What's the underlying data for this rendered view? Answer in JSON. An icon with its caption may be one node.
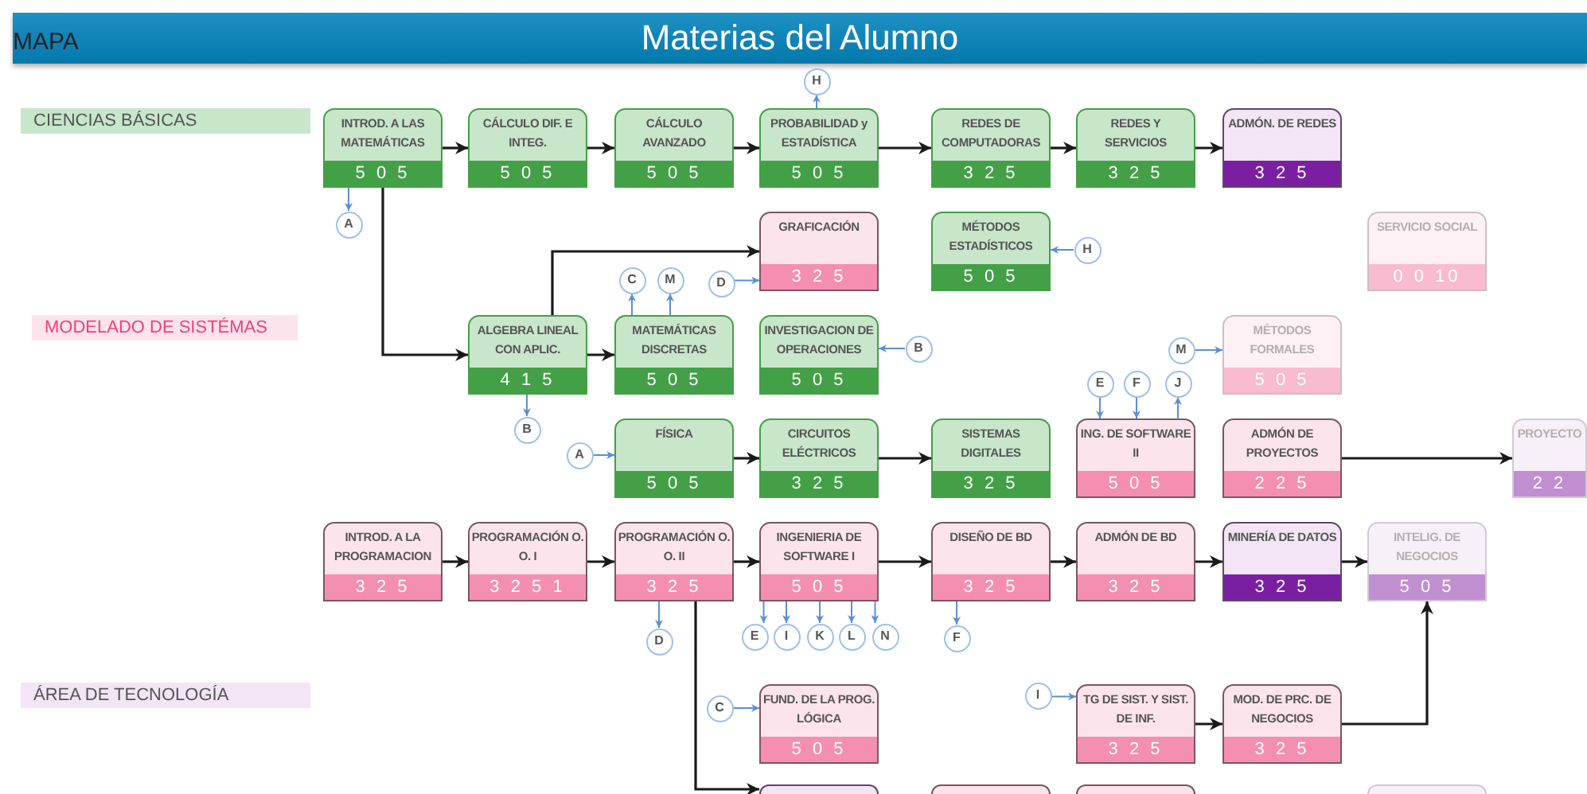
{
  "diagram": {
    "title": "Materias del Alumno",
    "nodes": [
      {
        "text": [
          "CIENCIAS BÁSICAS"
        ]
      },
      {
        "text": [
          "INTROD. A LAS MATEMÁTICAS",
          "5 0 5"
        ]
      },
      {
        "text": [
          "CÁLCULO DIF. E INTEG.",
          "5 0 5"
        ]
      },
      {
        "text": [
          "CÁLCULO AVANZADO",
          "5 0 5"
        ]
      },
      {
        "text": [
          "PROBABILIDAD y ESTADÍSTICA",
          "5 0 5"
        ]
      },
      {
        "text": [
          "REDES DE COMPUTADORAS",
          "3 2 5"
        ]
      },
      {
        "text": [
          "REDES Y SERVICIOS",
          "3 2 5"
        ]
      },
      {
        "text": [
          "ADMÓN. DE REDES",
          "3 2 5"
        ]
      },
      {
        "text": [
          "H"
        ]
      },
      {
        "text": [
          "A"
        ]
      },
      {
        "text": [
          "GRAFICACIÓN",
          "3 2 5"
        ]
      },
      {
        "text": [
          "MÉTODOS ESTADÍSTICOS",
          "5 0 5"
        ]
      },
      {
        "text": [
          "H"
        ]
      },
      {
        "text": [
          "SERVICIO SOCIAL",
          "0 0 10"
        ]
      },
      {
        "text": [
          "MODELADO DE SISTÉMAS"
        ]
      },
      {
        "text": [
          "C"
        ]
      },
      {
        "text": [
          "M"
        ]
      },
      {
        "text": [
          "D"
        ]
      },
      {
        "text": [
          "ALGEBRA LINEAL CON APLIC.",
          "4 1 5"
        ]
      },
      {
        "text": [
          "MATEMÁTICAS DISCRETAS",
          "5 0 5"
        ]
      },
      {
        "text": [
          "INVESTIGACION DE OPERACIONES",
          "5 0 5"
        ]
      },
      {
        "text": [
          "B"
        ]
      },
      {
        "text": [
          "M"
        ]
      },
      {
        "text": [
          "MÉTODOS FORMALES",
          "5 0 5"
        ]
      },
      {
        "text": [
          "B"
        ]
      },
      {
        "text": [
          "E"
        ]
      },
      {
        "text": [
          "F"
        ]
      },
      {
        "text": [
          "J"
        ]
      },
      {
        "text": [
          "A"
        ]
      },
      {
        "text": [
          "FÍSICA",
          "5 0 5"
        ]
      },
      {
        "text": [
          "CIRCUITOS ELÉCTRICOS",
          "3 2 5"
        ]
      },
      {
        "text": [
          "SISTEMAS DIGITALES",
          "3 2 5"
        ]
      },
      {
        "text": [
          "ING. DE SOFTWARE II",
          "5 0 5"
        ]
      },
      {
        "text": [
          "ADMÓN DE PROYECTOS",
          "2 2 5"
        ]
      },
      {
        "text": [
          "PROYECTO",
          "2 2"
        ]
      },
      {
        "text": [
          "INTROD. A LA PROGRAMACION",
          "3 2 5"
        ]
      },
      {
        "text": [
          "PROGRAMACIÓN O. O. I",
          "3 2 5 1"
        ]
      },
      {
        "text": [
          "PROGRAMACIÓN O. O. II",
          "3 2 5"
        ]
      },
      {
        "text": [
          "INGENIERIA DE SOFTWARE I",
          "5 0 5"
        ]
      },
      {
        "text": [
          "DISEÑO DE BD",
          "3 2 5"
        ]
      },
      {
        "text": [
          "ADMÓN DE BD",
          "3 2 5"
        ]
      },
      {
        "text": [
          "MINERÍA DE DATOS",
          "3 2 5"
        ]
      },
      {
        "text": [
          "INTELIG. DE NEGOCIOS",
          "5 0 5"
        ]
      },
      {
        "text": [
          "D"
        ]
      },
      {
        "text": [
          "E"
        ]
      },
      {
        "text": [
          "I"
        ]
      },
      {
        "text": [
          "K"
        ]
      },
      {
        "text": [
          "L"
        ]
      },
      {
        "text": [
          "N"
        ]
      },
      {
        "text": [
          "F"
        ]
      },
      {
        "text": [
          "ÁREA DE TECNOLOGÍA"
        ]
      },
      {
        "text": [
          "C"
        ]
      },
      {
        "text": [
          "FUND. DE LA PROG. LÓGICA",
          "5 0 5"
        ]
      },
      {
        "text": [
          "I"
        ]
      },
      {
        "text": [
          "TG DE SIST. Y SIST. DE INF.",
          "3 2 5"
        ]
      },
      {
        "text": [
          "MOD. DE PRC. DE NEGOCIOS",
          "3 2 5"
        ]
      },
      {
        "text": [],
        "shape": "box"
      },
      {
        "text": [],
        "shape": "box"
      },
      {
        "text": [],
        "shape": "box"
      },
      {
        "text": [],
        "shape": "box"
      }
    ],
    "edges": [
      {
        "from": 1,
        "to": 2,
        "arrow": "to"
      },
      {
        "from": 2,
        "to": 3,
        "arrow": "to"
      },
      {
        "from": 3,
        "to": 4,
        "arrow": "to"
      },
      {
        "from": 4,
        "to": 5,
        "arrow": "to"
      },
      {
        "from": 5,
        "to": 6,
        "arrow": "to"
      },
      {
        "from": 6,
        "to": 7,
        "arrow": "to"
      },
      {
        "from": 1,
        "to": 18,
        "arrow": "to"
      },
      {
        "from": 18,
        "to": 10,
        "arrow": "to"
      },
      {
        "from": 18,
        "to": 19,
        "arrow": "to"
      },
      {
        "from": 29,
        "to": 30,
        "arrow": "to"
      },
      {
        "from": 30,
        "to": 31,
        "arrow": "to"
      },
      {
        "from": 33,
        "to": 34,
        "arrow": "to"
      },
      {
        "from": 35,
        "to": 36,
        "arrow": "to"
      },
      {
        "from": 36,
        "to": 37,
        "arrow": "to"
      },
      {
        "from": 37,
        "to": 38,
        "arrow": "to"
      },
      {
        "from": 38,
        "to": 39,
        "arrow": "to"
      },
      {
        "from": 39,
        "to": 40,
        "arrow": "to"
      },
      {
        "from": 40,
        "to": 41,
        "arrow": "to"
      },
      {
        "from": 41,
        "to": 42,
        "arrow": "to"
      },
      {
        "from": 54,
        "to": 55,
        "arrow": "to"
      },
      {
        "from": 55,
        "to": 42,
        "arrow": "to"
      },
      {
        "from": 37,
        "to": 56,
        "arrow": "to"
      },
      {
        "from": 4,
        "to": 8,
        "arrow": "to",
        "color": "#5b8fd4"
      },
      {
        "from": 1,
        "to": 9,
        "arrow": "to",
        "color": "#5b8fd4"
      },
      {
        "from": 12,
        "to": 11,
        "arrow": "to",
        "color": "#5b8fd4"
      },
      {
        "from": 19,
        "to": 15,
        "arrow": "to",
        "color": "#5b8fd4"
      },
      {
        "from": 19,
        "to": 16,
        "arrow": "to",
        "color": "#5b8fd4"
      },
      {
        "from": 17,
        "to": 10,
        "arrow": "to",
        "color": "#5b8fd4"
      },
      {
        "from": 21,
        "to": 20,
        "arrow": "to",
        "color": "#5b8fd4"
      },
      {
        "from": 22,
        "to": 23,
        "arrow": "to",
        "color": "#5b8fd4"
      },
      {
        "from": 18,
        "to": 24,
        "arrow": "to",
        "color": "#5b8fd4"
      },
      {
        "from": 25,
        "to": 32,
        "arrow": "to",
        "color": "#5b8fd4"
      },
      {
        "from": 26,
        "to": 32,
        "arrow": "to",
        "color": "#5b8fd4"
      },
      {
        "from": 32,
        "to": 27,
        "arrow": "to",
        "color": "#5b8fd4"
      },
      {
        "from": 28,
        "to": 29,
        "arrow": "to",
        "color": "#5b8fd4"
      },
      {
        "from": 37,
        "to": 43,
        "arrow": "to",
        "color": "#5b8fd4"
      },
      {
        "from": 38,
        "to": 44,
        "arrow": "to",
        "color": "#5b8fd4"
      },
      {
        "from": 38,
        "to": 45,
        "arrow": "to",
        "color": "#5b8fd4"
      },
      {
        "from": 38,
        "to": 46,
        "arrow": "to",
        "color": "#5b8fd4"
      },
      {
        "from": 38,
        "to": 47,
        "arrow": "to",
        "color": "#5b8fd4"
      },
      {
        "from": 38,
        "to": 48,
        "arrow": "to",
        "color": "#5b8fd4"
      },
      {
        "from": 39,
        "to": 49,
        "arrow": "to",
        "color": "#5b8fd4"
      },
      {
        "from": 51,
        "to": 52,
        "arrow": "to",
        "color": "#5b8fd4"
      },
      {
        "from": 53,
        "to": 54,
        "arrow": "to",
        "color": "#5b8fd4"
      }
    ],
    "labels": [
      "MAPA"
    ]
  }
}
